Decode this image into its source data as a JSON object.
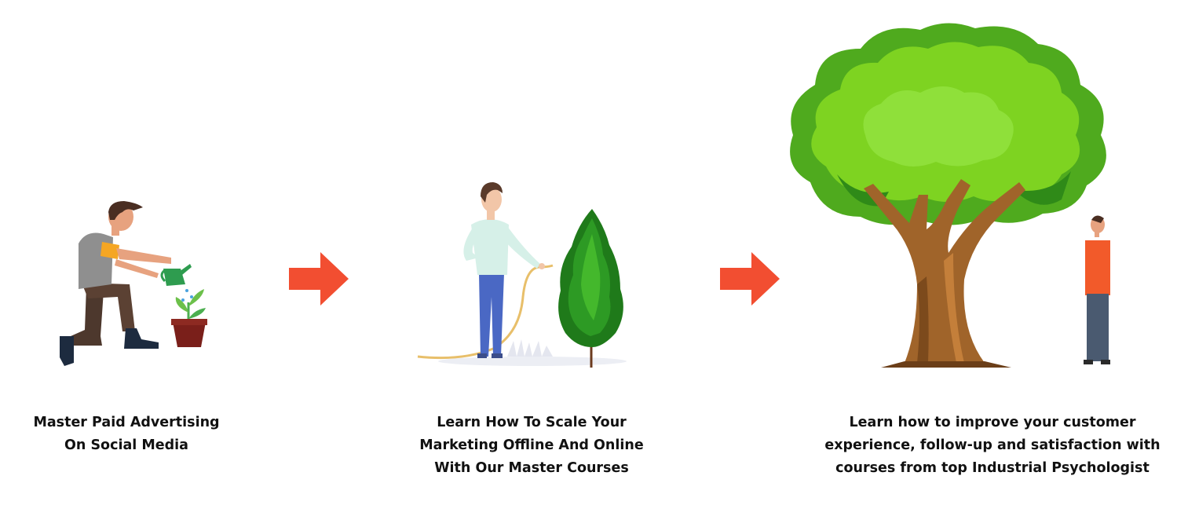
{
  "steps": [
    {
      "caption_lines": [
        "Master Paid Advertising",
        "On Social Media"
      ],
      "illustration": "man-watering-sprout"
    },
    {
      "caption_lines": [
        "Learn How To Scale Your",
        "Marketing Offline And Online",
        "With Our Master Courses"
      ],
      "illustration": "man-watering-bush"
    },
    {
      "caption_lines": [
        "Learn how to improve your customer",
        "experience, follow-up and satisfaction with",
        "courses from top Industrial Psychologist"
      ],
      "illustration": "man-under-tree"
    }
  ],
  "arrows": [
    {
      "icon": "arrow-right-icon"
    },
    {
      "icon": "arrow-right-icon"
    }
  ],
  "colors": {
    "arrow": "#f24e31",
    "text": "#111111",
    "leaf_light": "#7ed321",
    "leaf_dark": "#3a9a1e",
    "bark": "#a0642a"
  }
}
